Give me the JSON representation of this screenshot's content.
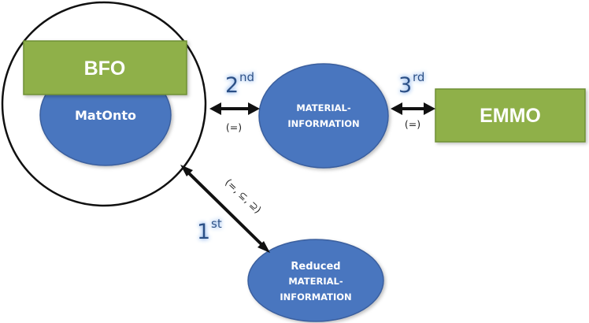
{
  "diagram": {
    "nodes": {
      "bfo": {
        "label": "BFO"
      },
      "matonto": {
        "label": "MatOnto"
      },
      "material_information": {
        "line1": "MATERIAL-",
        "line2": "INFORMATION"
      },
      "emmo": {
        "label": "EMMO"
      },
      "reduced": {
        "line1": "Reduced",
        "line2": "MATERIAL-",
        "line3": "INFORMATION"
      }
    },
    "edges": {
      "second": {
        "ordinal": "2",
        "suffix": "nd",
        "relation": "(=)"
      },
      "third": {
        "ordinal": "3",
        "suffix": "rd",
        "relation": "(=)"
      },
      "first": {
        "ordinal": "1",
        "suffix": "st",
        "relation": "(=, ⊆, ⊇)"
      }
    },
    "colors": {
      "ellipse_fill": "#4a76bf",
      "ellipse_stroke": "#3a5f9e",
      "box_fill": "#8fb04a",
      "box_stroke": "#6e8f35",
      "arrow": "#111111",
      "ordinal_text": "#2b4f86",
      "ordinal_glow": "#9cc0f0"
    }
  }
}
